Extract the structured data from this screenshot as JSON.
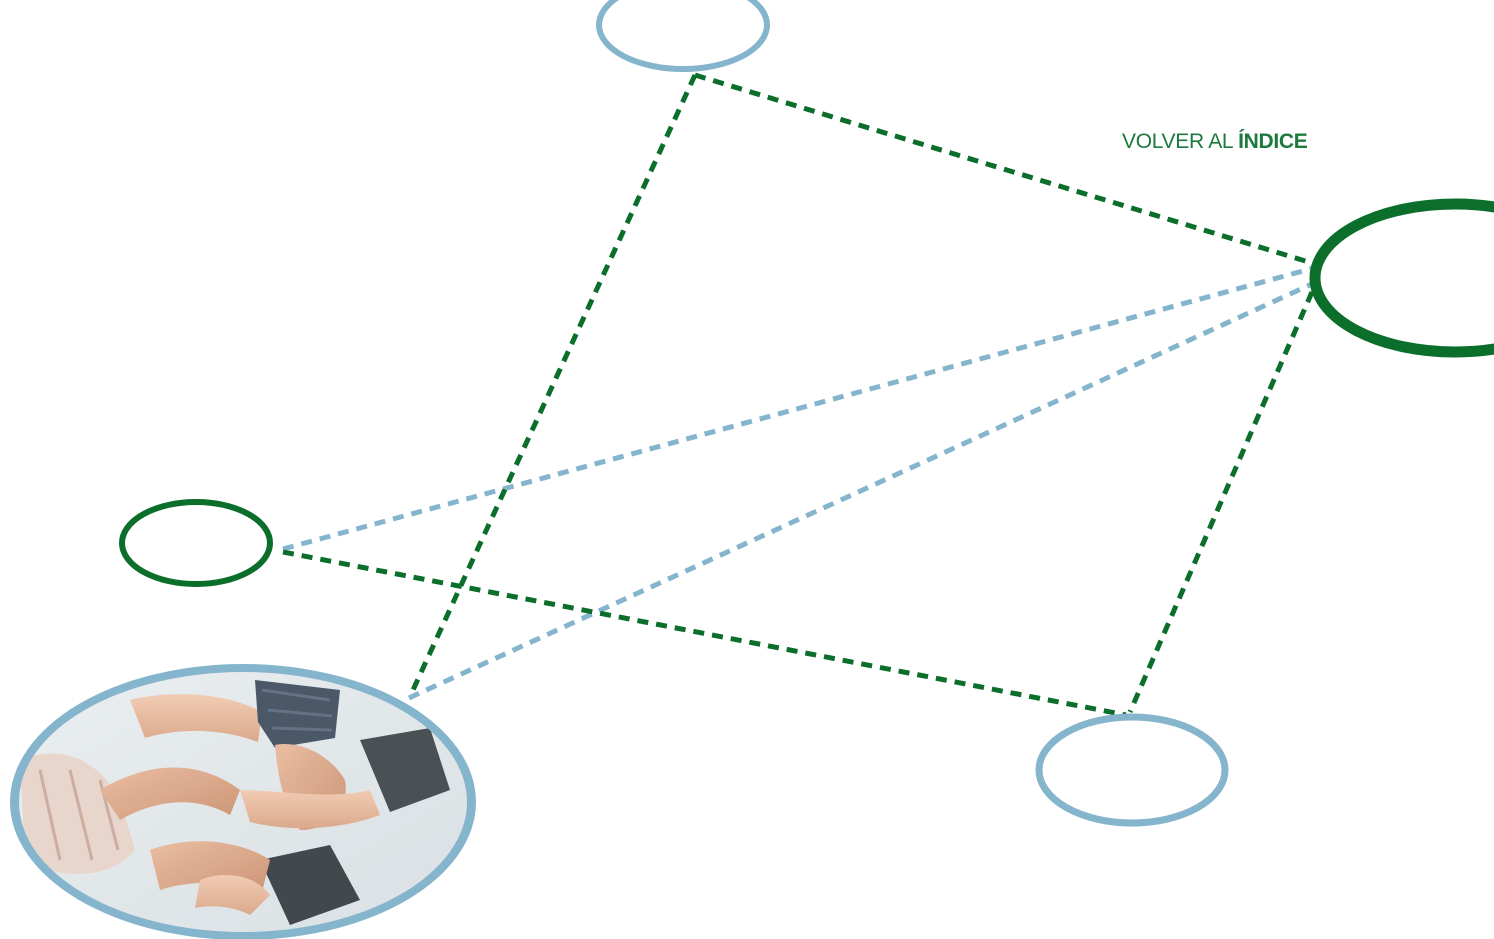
{
  "nav": {
    "back_prefix": "VOLVER AL ",
    "back_bold": "ÍNDICE"
  },
  "colors": {
    "green": "#0b6e2a",
    "blue": "#85b4cd",
    "link_green": "#1b7a3c"
  },
  "photo": {
    "subject": "hands-holding-wrists-teamwork-photo"
  }
}
